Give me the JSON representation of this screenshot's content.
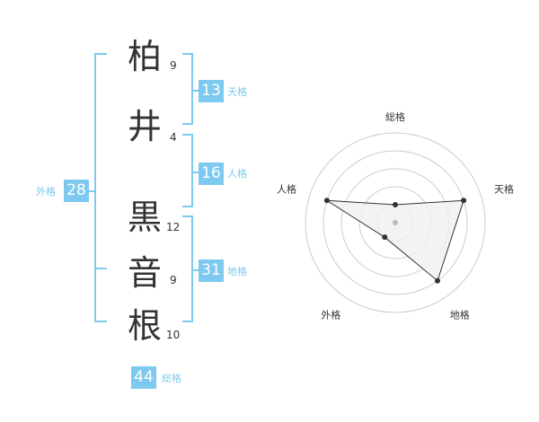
{
  "name": {
    "chars": [
      {
        "char": "柏",
        "strokes": "9"
      },
      {
        "char": "井",
        "strokes": "4"
      },
      {
        "char": "黒",
        "strokes": "12"
      },
      {
        "char": "音",
        "strokes": "9"
      },
      {
        "char": "根",
        "strokes": "10"
      }
    ]
  },
  "kaku": {
    "tenkaku": {
      "label": "天格",
      "value": "13"
    },
    "jinkaku": {
      "label": "人格",
      "value": "16"
    },
    "chikaku": {
      "label": "地格",
      "value": "31"
    },
    "gaikaku": {
      "label": "外格",
      "value": "28"
    },
    "soukaku": {
      "label": "総格",
      "value": "44"
    }
  },
  "chart_data": {
    "type": "radar",
    "axes": [
      "総格",
      "天格",
      "地格",
      "外格",
      "人格"
    ],
    "levels": 5,
    "values": [
      1,
      4,
      4,
      1,
      4
    ],
    "max": 4,
    "colors": {
      "fill": "#f0f0f0",
      "line": "#333333",
      "grid": "#cccccc",
      "point": "#333333"
    }
  },
  "colors": {
    "accent": "#7ec9ef",
    "text": "#333333"
  }
}
